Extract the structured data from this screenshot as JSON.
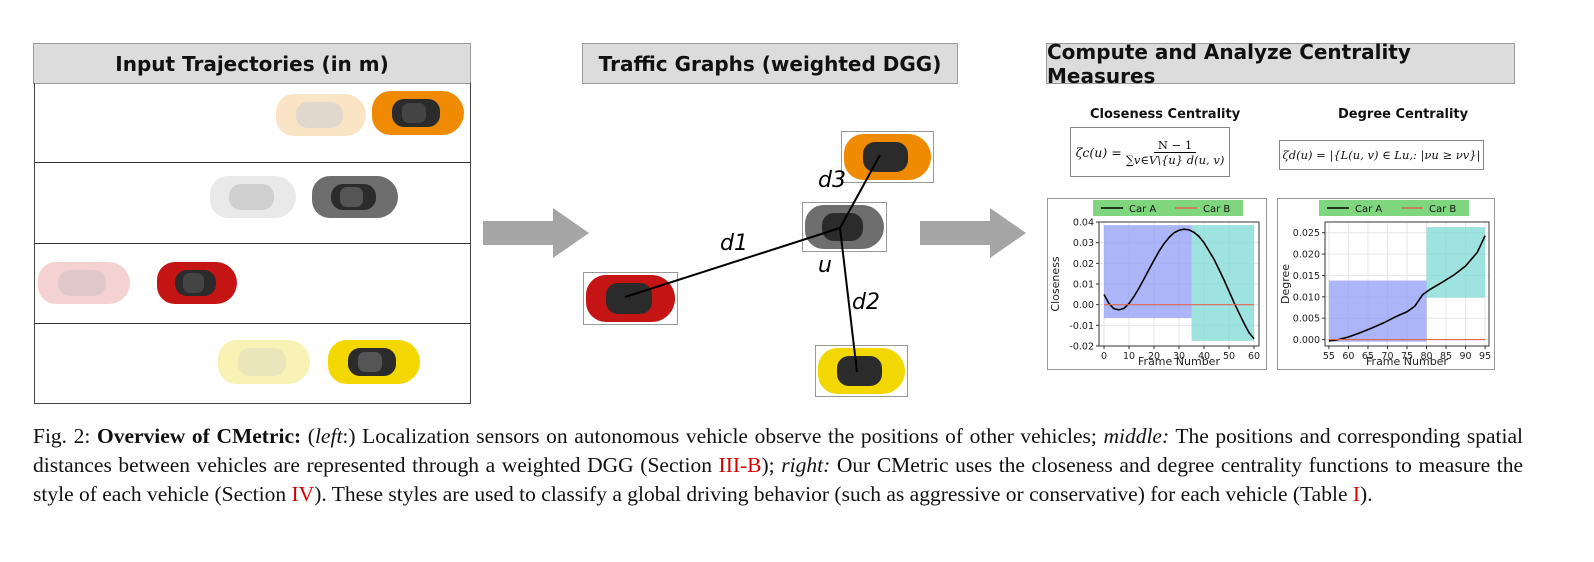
{
  "panels": {
    "left_title": "Input Trajectories (in m)",
    "middle_title": "Traffic Graphs (weighted DGG)",
    "right_title": "Compute and Analyze Centrality Measures"
  },
  "graph": {
    "edge_labels": [
      "d3",
      "d1",
      "d2"
    ],
    "node_label": "u"
  },
  "measures": {
    "closeness_title": "Closeness Centrality",
    "degree_title": "Degree Centrality",
    "closeness_formula_lhs": "ζc(u) =",
    "closeness_formula_num": "N − 1",
    "closeness_formula_den": "∑v∈V\\{u} d(u, v)",
    "degree_formula": "ζd(u) = |{L(u, v) ∈ Lu,: |νu ≥ νv}|"
  },
  "colors": {
    "orange": "#f08a00",
    "gray": "#6e6e6e",
    "red": "#c41414",
    "yellow": "#f2d800",
    "blue_region": "#8f9cf5",
    "teal_region": "#7fd9d6",
    "legend_bg": "#7fd67f",
    "car_b_line": "#e0674f"
  },
  "chart_data": [
    {
      "type": "line",
      "xlabel": "Frame Number",
      "ylabel": "Closeness",
      "xlim": [
        -2,
        62
      ],
      "ylim": [
        -0.02,
        0.04
      ],
      "xticks": [
        "0",
        "10",
        "20",
        "30",
        "40",
        "50",
        "60"
      ],
      "yticks": [
        "-0.02",
        "-0.01",
        "0.00",
        "0.01",
        "0.02",
        "0.03",
        "0.04"
      ],
      "legend": [
        "Car A",
        "Car B"
      ],
      "legend_placement": "top",
      "series": [
        {
          "name": "Car A",
          "x": [
            0,
            2,
            4,
            6,
            8,
            10,
            12,
            14,
            16,
            18,
            20,
            22,
            24,
            26,
            28,
            30,
            32,
            34,
            36,
            38,
            40,
            42,
            44,
            46,
            48,
            50,
            52,
            54,
            56,
            58,
            60
          ],
          "y": [
            0.005,
            0.0005,
            -0.002,
            -0.0025,
            -0.0018,
            0.0005,
            0.004,
            0.008,
            0.0125,
            0.017,
            0.0215,
            0.0258,
            0.0295,
            0.0325,
            0.0348,
            0.036,
            0.0365,
            0.0362,
            0.035,
            0.033,
            0.03,
            0.026,
            0.022,
            0.017,
            0.012,
            0.0065,
            0.001,
            -0.004,
            -0.009,
            -0.0135,
            -0.0165
          ]
        },
        {
          "name": "Car B",
          "x": [
            0,
            60
          ],
          "y": [
            0,
            0
          ]
        }
      ],
      "regions": [
        {
          "color": "blue",
          "x": [
            0,
            35
          ],
          "y": [
            -0.0065,
            0.0385
          ]
        },
        {
          "color": "teal",
          "x": [
            35,
            60
          ],
          "y": [
            -0.0175,
            0.0385
          ]
        }
      ]
    },
    {
      "type": "line",
      "xlabel": "Frame Number",
      "ylabel": "Degree",
      "xlim": [
        54,
        96
      ],
      "ylim": [
        -0.0015,
        0.0275
      ],
      "xticks": [
        "55",
        "60",
        "65",
        "70",
        "75",
        "80",
        "85",
        "90",
        "95"
      ],
      "yticks": [
        "0.000",
        "0.005",
        "0.010",
        "0.015",
        "0.020",
        "0.025"
      ],
      "legend": [
        "Car A",
        "Car B"
      ],
      "legend_placement": "top",
      "series": [
        {
          "name": "Car A",
          "x": [
            55,
            57,
            60,
            63,
            66,
            69,
            72,
            75,
            77,
            79,
            81,
            84,
            87,
            90,
            93,
            95
          ],
          "y": [
            -0.0003,
            -0.0001,
            0.0006,
            0.0016,
            0.0027,
            0.0039,
            0.0053,
            0.0065,
            0.0078,
            0.0105,
            0.0118,
            0.0134,
            0.0151,
            0.0172,
            0.0204,
            0.0243
          ]
        },
        {
          "name": "Car B",
          "x": [
            55,
            95
          ],
          "y": [
            0,
            0
          ]
        }
      ],
      "regions": [
        {
          "color": "blue",
          "x": [
            55,
            80
          ],
          "y": [
            -0.0005,
            0.0138
          ]
        },
        {
          "color": "teal",
          "x": [
            80,
            95
          ],
          "y": [
            0.0098,
            0.0263
          ]
        }
      ]
    }
  ],
  "caption": {
    "prefix": "Fig. 2: ",
    "bold": "Overview of CMetric:",
    "p1": " (",
    "i1": "left",
    "p2": ":) Localization sensors on autonomous vehicle observe the positions of other vehicles; ",
    "i2": "middle:",
    "p3": " The positions and corresponding spatial distances between vehicles are represented through a weighted DGG (Section ",
    "ref1": "III-B",
    "p4": "); ",
    "i3": "right:",
    "p5": " Our CMetric uses the closeness and degree centrality functions to measure the style of each vehicle (Section ",
    "ref2": "IV",
    "p6": "). These styles are used to classify a global driving behavior (such as aggressive or conservative) for each vehicle (Table ",
    "ref3": "I",
    "p7": ")."
  }
}
